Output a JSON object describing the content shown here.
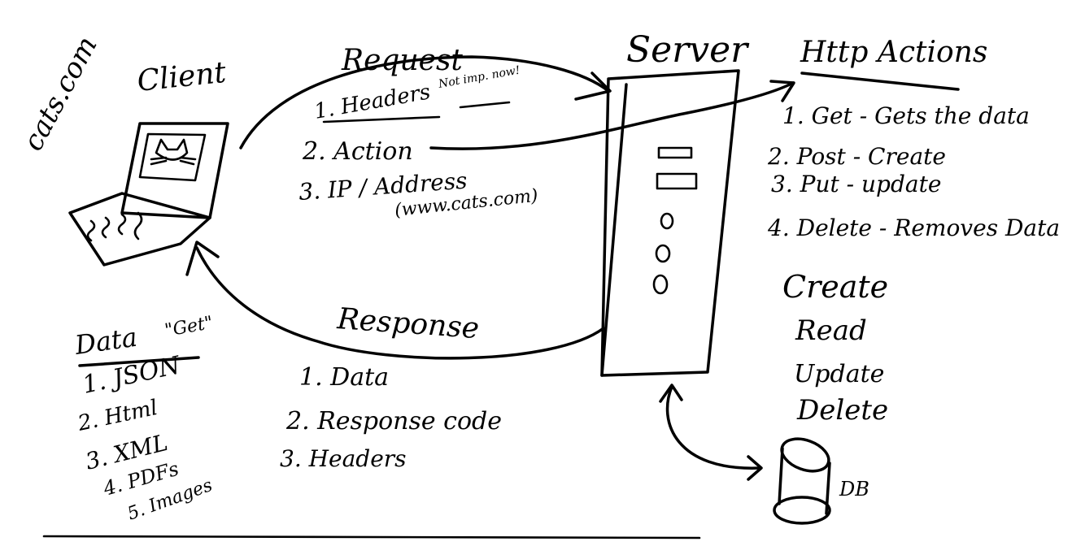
{
  "site": "cats.com",
  "client": {
    "title": "Client"
  },
  "request": {
    "title": "Request",
    "items": [
      "1. Headers",
      "2. Action",
      "3. IP / Address"
    ],
    "address_example": "(www.cats.com)",
    "note": "Not imp. now!"
  },
  "server": {
    "title": "Server"
  },
  "http_actions": {
    "title": "Http Actions",
    "items": [
      "1. Get - Gets the data",
      "2. Post - Create",
      "3. Put - update",
      "4. Delete - Removes Data"
    ]
  },
  "crud": [
    "Create",
    "Read",
    "Update",
    "Delete"
  ],
  "response": {
    "title": "Response",
    "items": [
      "1. Data",
      "2. Response code",
      "3. Headers"
    ]
  },
  "data_get": {
    "title": "Data",
    "subtitle": "\"Get\"",
    "items": [
      "1. JSON",
      "2. Html",
      "3. XML",
      "4. PDFs",
      "5. Images"
    ]
  },
  "database": {
    "label": "DB"
  }
}
